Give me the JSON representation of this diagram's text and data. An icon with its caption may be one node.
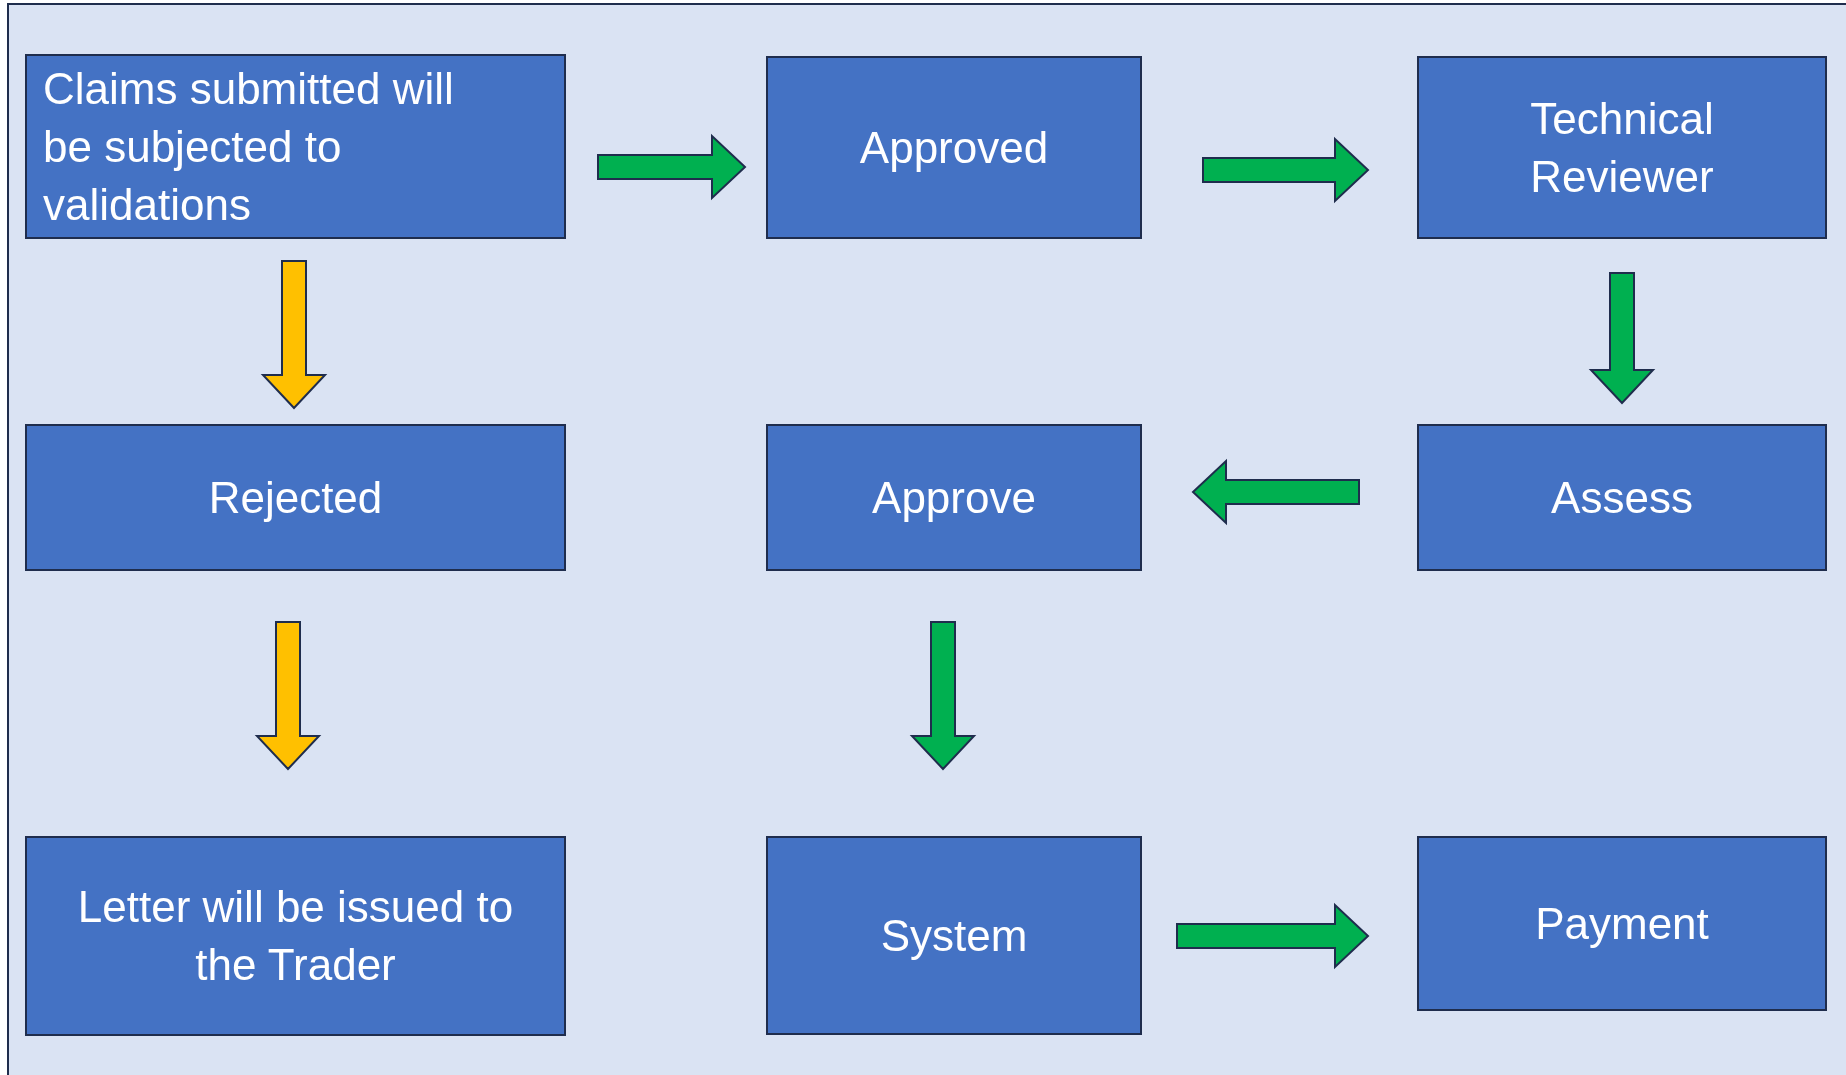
{
  "diagram": {
    "nodes": [
      {
        "text": [
          "Claims submitted will be subjected to validations"
        ]
      },
      {
        "text": [
          "Approved"
        ]
      },
      {
        "text": [
          "Technical Reviewer"
        ]
      },
      {
        "text": [
          "Rejected"
        ]
      },
      {
        "text": [
          "Approve"
        ]
      },
      {
        "text": [
          "Assess"
        ]
      },
      {
        "text": [
          "Letter will be issued to the Trader"
        ]
      },
      {
        "text": [
          "System"
        ]
      },
      {
        "text": [
          "Payment"
        ]
      }
    ],
    "edges": [
      {
        "from": 0,
        "to": 1,
        "arrow": "to",
        "style": "thick"
      },
      {
        "from": 1,
        "to": 2,
        "arrow": "to",
        "style": "thick"
      },
      {
        "from": 2,
        "to": 5,
        "arrow": "to",
        "style": "thick"
      },
      {
        "from": 5,
        "to": 4,
        "arrow": "to",
        "style": "thick"
      },
      {
        "from": 0,
        "to": 3,
        "arrow": "to",
        "style": "thick",
        "color": "#ffc000"
      },
      {
        "from": 3,
        "to": 6,
        "arrow": "to",
        "style": "thick",
        "color": "#ffc000"
      },
      {
        "from": 4,
        "to": 7,
        "arrow": "to",
        "style": "thick"
      },
      {
        "from": 7,
        "to": 8,
        "arrow": "to",
        "style": "thick"
      }
    ]
  }
}
